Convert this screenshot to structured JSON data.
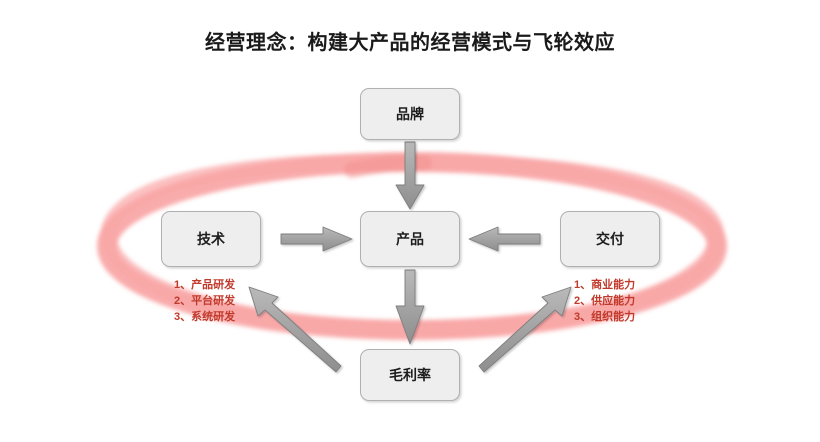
{
  "page": {
    "title": "经营理念：构建大产品的经营模式与飞轮效应",
    "background_color": "#ffffff"
  },
  "palette": {
    "ring_pink": "#f9a8a8",
    "node_fill": "#eeeeee",
    "node_border": "#b0b0b0",
    "node_text": "#1d1d1d",
    "bullet_red": "#c0392b",
    "arrow_gray": "#9e9e9e",
    "arrow_border": "#7a7a7a",
    "title_color": "#1a1a1a"
  },
  "nodes": {
    "brand": {
      "label": "品牌"
    },
    "technology": {
      "label": "技术"
    },
    "product": {
      "label": "产品"
    },
    "delivery": {
      "label": "交付"
    },
    "gross_margin": {
      "label": "毛利率"
    }
  },
  "lists": {
    "technology_capabilities": {
      "items": [
        "1、产品研发",
        "2、平台研发",
        "3、系统研发"
      ]
    },
    "delivery_capabilities": {
      "items": [
        "1、商业能力",
        "2、供应能力",
        "3、组织能力"
      ]
    }
  },
  "connections": [
    {
      "name": "brand-to-product",
      "from": "品牌",
      "to": "产品",
      "direction": "down"
    },
    {
      "name": "technology-to-product",
      "from": "技术",
      "to": "产品",
      "direction": "right"
    },
    {
      "name": "delivery-to-product",
      "from": "交付",
      "to": "产品",
      "direction": "left"
    },
    {
      "name": "product-to-gross-margin",
      "from": "产品",
      "to": "毛利率",
      "direction": "down"
    },
    {
      "name": "gross-margin-to-technology",
      "from": "毛利率",
      "to": "技术",
      "direction": "up-left"
    },
    {
      "name": "gross-margin-to-delivery",
      "from": "毛利率",
      "to": "交付",
      "direction": "up-right"
    }
  ],
  "flywheel": {
    "name": "flywheel-loop",
    "shape": "ellipse",
    "color": "#f9a8a8"
  }
}
